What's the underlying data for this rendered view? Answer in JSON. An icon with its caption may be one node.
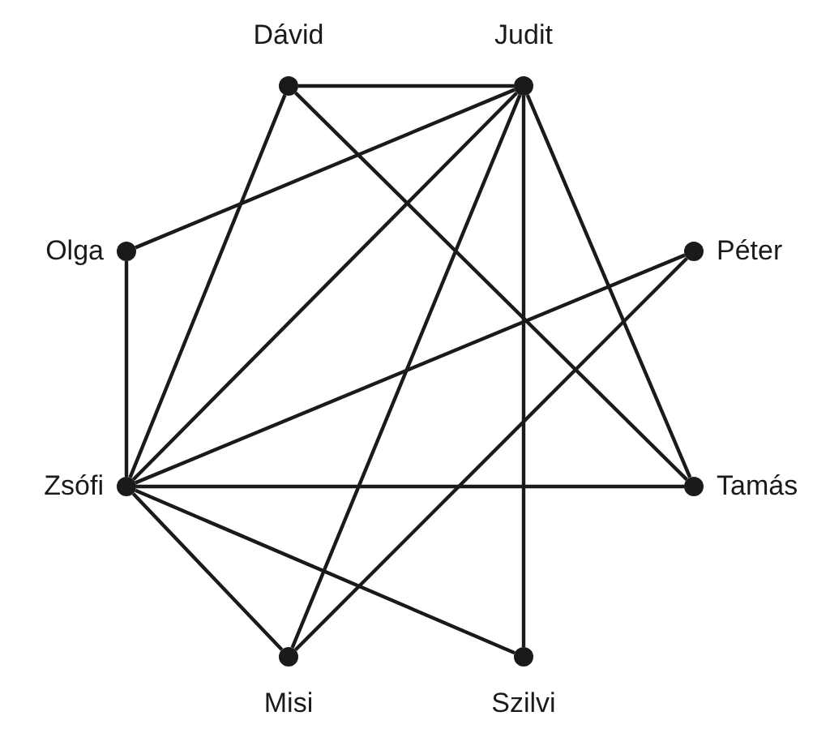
{
  "diagram": {
    "nodes": [
      {
        "text": [],
        "shape": "circle",
        "beside": [
          "Dávid"
        ]
      },
      {
        "text": [],
        "shape": "circle",
        "beside": [
          "Judit"
        ]
      },
      {
        "text": [],
        "shape": "circle",
        "beside": [
          "Olga"
        ]
      },
      {
        "text": [],
        "shape": "circle",
        "beside": [
          "Péter"
        ]
      },
      {
        "text": [],
        "shape": "circle",
        "beside": [
          "Zsófi"
        ]
      },
      {
        "text": [],
        "shape": "circle",
        "beside": [
          "Tamás"
        ]
      },
      {
        "text": [],
        "shape": "circle",
        "beside": [
          "Misi"
        ]
      },
      {
        "text": [],
        "shape": "circle",
        "beside": [
          "Szilvi"
        ]
      }
    ],
    "edges": [
      {
        "from": 0,
        "to": 1,
        "arrow": "none"
      },
      {
        "from": 0,
        "to": 4,
        "arrow": "none"
      },
      {
        "from": 0,
        "to": 5,
        "arrow": "none"
      },
      {
        "from": 1,
        "to": 2,
        "arrow": "none"
      },
      {
        "from": 1,
        "to": 4,
        "arrow": "none"
      },
      {
        "from": 1,
        "to": 6,
        "arrow": "none"
      },
      {
        "from": 1,
        "to": 7,
        "arrow": "none"
      },
      {
        "from": 1,
        "to": 5,
        "arrow": "none"
      },
      {
        "from": 2,
        "to": 4,
        "arrow": "none"
      },
      {
        "from": 3,
        "to": 4,
        "arrow": "none"
      },
      {
        "from": 3,
        "to": 6,
        "arrow": "none"
      },
      {
        "from": 4,
        "to": 5,
        "arrow": "none"
      },
      {
        "from": 4,
        "to": 6,
        "arrow": "none"
      },
      {
        "from": 4,
        "to": 7,
        "arrow": "none"
      }
    ]
  }
}
